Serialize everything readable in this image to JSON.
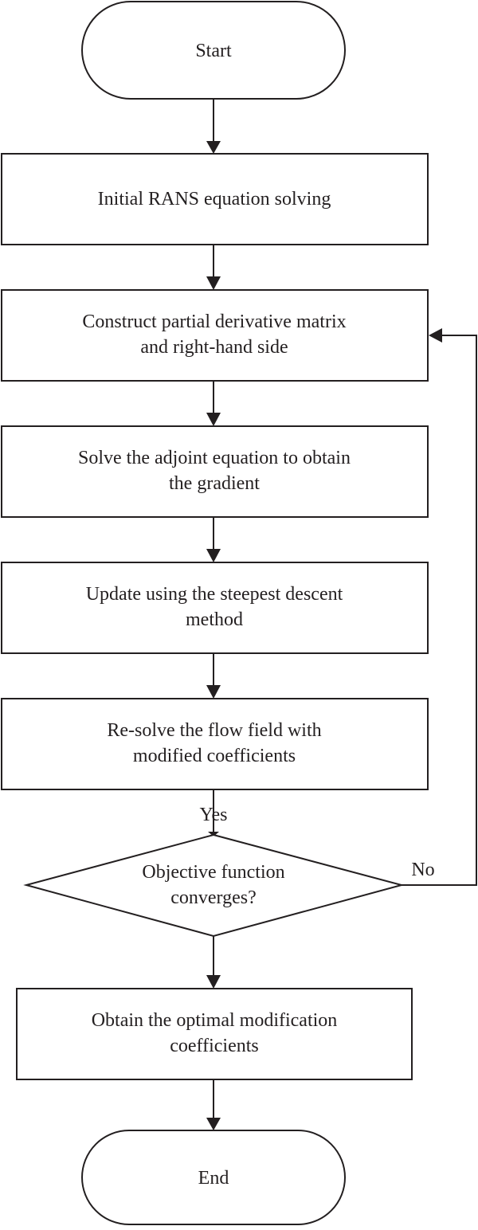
{
  "flowchart": {
    "start": "Start",
    "step1": "Initial RANS equation solving",
    "step2": {
      "line1": "Construct partial derivative matrix",
      "line2": "and right-hand side"
    },
    "step3": {
      "line1": "Solve the adjoint equation to obtain",
      "line2": "the gradient"
    },
    "step4": {
      "line1": "Update using the steepest descent",
      "line2": "method"
    },
    "step5": {
      "line1": "Re-solve the flow field with",
      "line2": "modified coefficients"
    },
    "decision": {
      "line1": "Objective function",
      "line2": "converges?"
    },
    "yes_label": "Yes",
    "no_label": "No",
    "step6": {
      "line1": "Obtain the optimal modification",
      "line2": "coefficients"
    },
    "end": "End"
  }
}
